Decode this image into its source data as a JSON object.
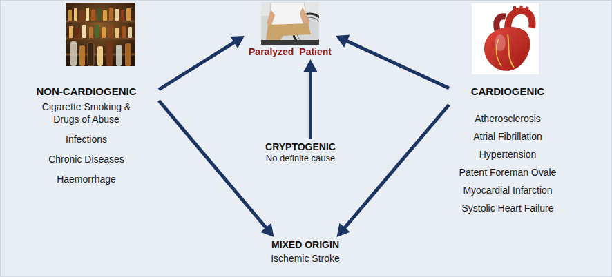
{
  "diagram": {
    "nodes": [
      {
        "text": [
          "Paralyzed Patient"
        ]
      },
      {
        "text": [
          "NON-CARDIOGENIC",
          "Cigarette Smoking & Drugs of Abuse",
          "Infections",
          "Chronic Diseases",
          "Haemorrhage"
        ]
      },
      {
        "text": [
          "CARDIOGENIC",
          "Atherosclerosis",
          "Atrial Fibrillation",
          "Hypertension",
          "Patent Foreman Ovale",
          "Myocardial Infarction",
          "Systolic Heart Failure"
        ]
      },
      {
        "text": [
          "CRYPTOGENIC",
          "No definite cause"
        ]
      },
      {
        "text": [
          "MIXED ORIGIN",
          "Ischemic Stroke"
        ]
      }
    ],
    "edges": [
      {
        "from": 1,
        "to": 0,
        "arrow": "to"
      },
      {
        "from": 2,
        "to": 0,
        "arrow": "to"
      },
      {
        "from": 3,
        "to": 0,
        "arrow": "to"
      },
      {
        "from": 1,
        "to": 4,
        "arrow": "to"
      },
      {
        "from": 2,
        "to": 4,
        "arrow": "to"
      }
    ]
  }
}
